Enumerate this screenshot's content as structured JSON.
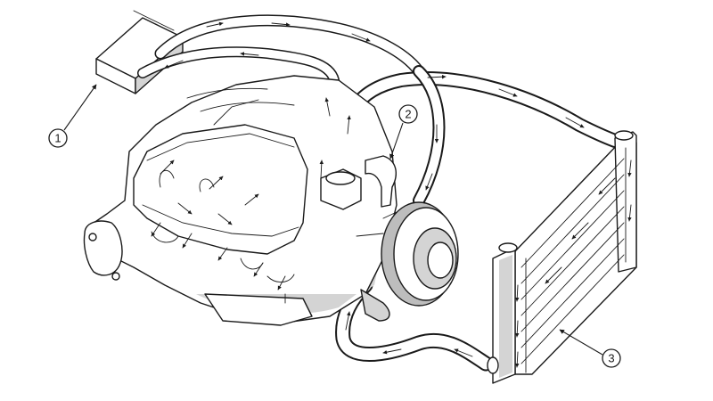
{
  "callouts": [
    {
      "id": "1",
      "label": "1"
    },
    {
      "id": "2",
      "label": "2"
    },
    {
      "id": "3",
      "label": "3"
    }
  ],
  "colors": {
    "ink": "#1a1a1a",
    "shade": "#d4d4d4",
    "background": "#ffffff"
  }
}
